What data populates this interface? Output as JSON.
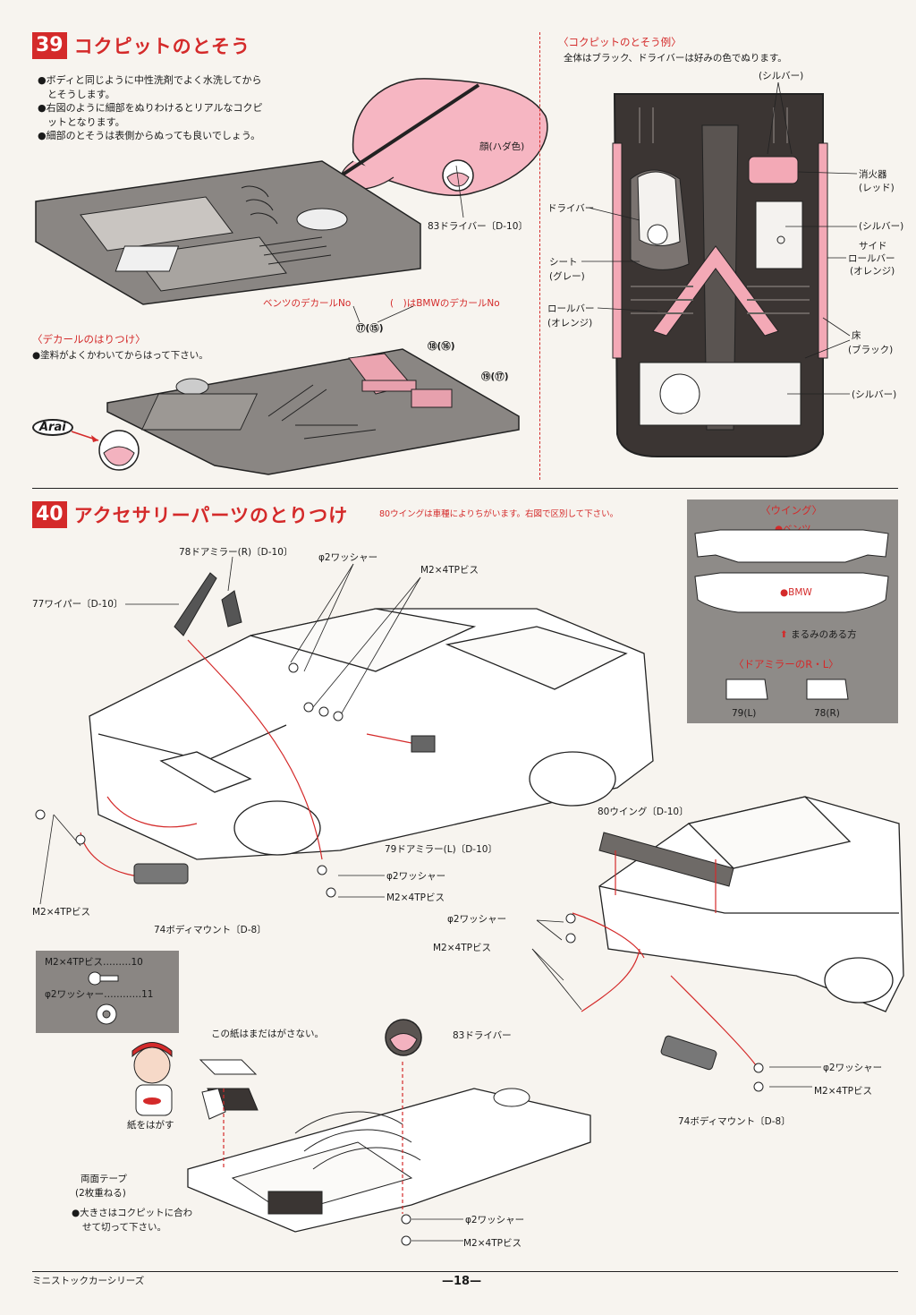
{
  "step39": {
    "number": "39",
    "title": "コクピットのとそう",
    "bullets": [
      "●ボディと同じように中性洗剤でよく水洗してから",
      "とそうします。",
      "●右図のように細部をぬりわけるとリアルなコクピ",
      "ットとなります。",
      "●細部のとそうは表側からぬっても良いでしょう。"
    ],
    "face_label": "顔(ハダ色)",
    "driver_label": "83ドライバー〔D-10〕",
    "decal_note_benz": "ベンツのデカールNo",
    "decal_note_bmw": "(　)はBMWのデカールNo",
    "decal_heading": "〈デカールのはりつけ〉",
    "decal_text": "●塗料がよくかわいてからはって下さい。",
    "decal_nums": [
      "⑰(⑮)",
      "⑱(⑯)",
      "⑲(⑰)"
    ],
    "helmet_brand": "Arai"
  },
  "paint_example": {
    "heading": "〈コクピットのとそう例〉",
    "subtitle": "全体はブラック、ドライバーは好みの色でぬります。",
    "labels": {
      "silver_top": "(シルバー)",
      "extinguisher": "消火器",
      "extinguisher_color": "(レッド)",
      "driver": "ドライバー",
      "silver_mid": "(シルバー)",
      "side": "サイド",
      "side_rollbar": "ロールバー",
      "side_color": "(オレンジ)",
      "seat": "シート",
      "seat_color": "(グレー)",
      "rollbar": "ロールバー",
      "rollbar_color": "(オレンジ)",
      "floor": "床",
      "floor_color": "(ブラック)",
      "silver_bottom": "(シルバー)"
    }
  },
  "step40": {
    "number": "40",
    "title": "アクセサリーパーツのとりつけ",
    "wing_note": "80ウイングは車種によりちがいます。右図で区別して下さい。",
    "labels": {
      "mirror_r": "78ドアミラー(R)〔D-10〕",
      "washer_top": "φ2ワッシャー",
      "screw_top": "M2×4TPビス",
      "wiper": "77ワイパー〔D-10〕",
      "mirror_l": "79ドアミラー(L)〔D-10〕",
      "washer_front": "φ2ワッシャー",
      "screw_front": "M2×4TPビス",
      "screw_left": "M2×4TPビス",
      "body_mount_front": "74ボディマウント〔D-8〕",
      "wing": "80ウイング〔D-10〕",
      "washer_rear": "φ2ワッシャー",
      "screw_rear": "M2×4TPビス",
      "washer_rear2": "φ2ワッシャー",
      "screw_rear2": "M2×4TPビス",
      "body_mount_rear": "74ボディマウント〔D-8〕",
      "paper_note": "この紙はまだはがさない。",
      "driver83": "83ドライバー",
      "peel": "紙をはがす",
      "tape": "両面テープ",
      "tape2": "(2枚重ねる)",
      "size_note1": "●大きさはコクピットに合わ",
      "size_note2": "せて切って下さい。",
      "washer_bottom": "φ2ワッシャー",
      "screw_bottom": "M2×4TPビス"
    },
    "parts_list": [
      {
        "name": "M2×4TPビス",
        "dots": "………",
        "qty": "10"
      },
      {
        "name": "φ2ワッシャー",
        "dots": "…………",
        "qty": "11"
      }
    ]
  },
  "wing_panel": {
    "heading": "〈ウイング〉",
    "benz": "●ベンツ",
    "bmw": "●BMW",
    "round_note": "まるみのある方",
    "mirror_heading": "〈ドアミラーのR・L〉",
    "mirror_l": "79(L)",
    "mirror_r": "78(R)"
  },
  "footer": {
    "series": "ミニストックカーシリーズ",
    "page": "—18—"
  }
}
